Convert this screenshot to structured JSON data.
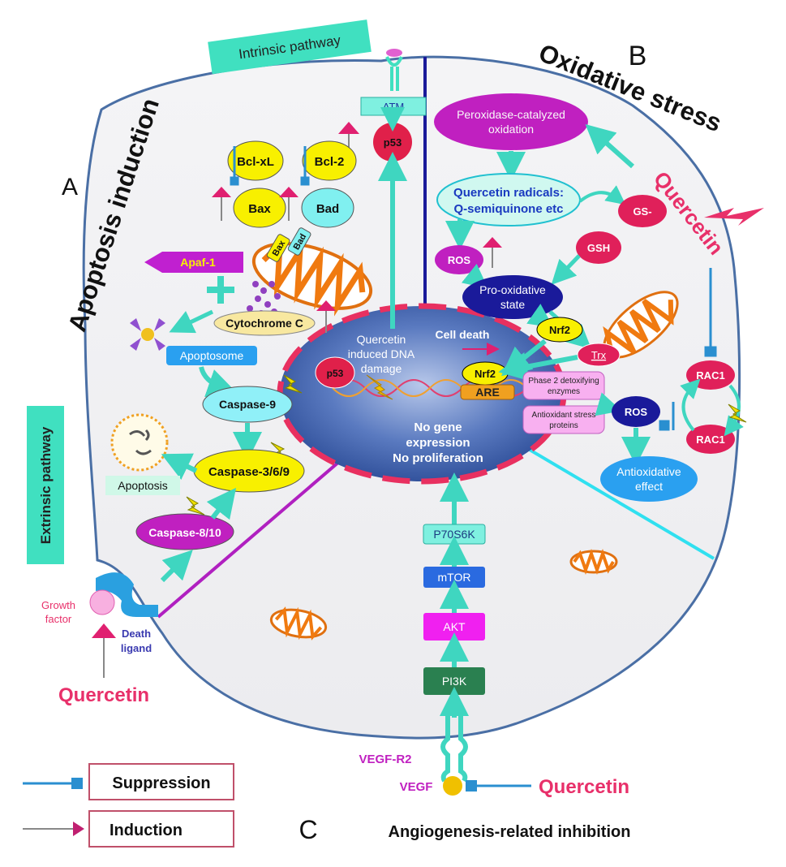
{
  "sections": {
    "a_letter": "A",
    "a_title": "Apoptosis induction",
    "b_letter": "B",
    "b_title": "Oxidative stress",
    "c_letter": "C",
    "c_title": "Angiogenesis-related inhibition",
    "intrinsic": "Intrinsic pathway",
    "extrinsic": "Extrinsic pathway"
  },
  "apoptosis": {
    "bcl_xl": "Bcl-xL",
    "bcl_2": "Bcl-2",
    "bax": "Bax",
    "bad": "Bad",
    "apaf1": "Apaf-1",
    "cytochrome_c": "Cytochrome C",
    "apoptosome": "Apoptosome",
    "caspase_9": "Caspase-9",
    "caspase_369": "Caspase-3/6/9",
    "caspase_810": "Caspase-8/10",
    "apoptosis_label": "Apoptosis",
    "growth_factor_1": "Growth",
    "growth_factor_2": "factor",
    "death_ligand_1": "Death",
    "death_ligand_2": "ligand",
    "quercetin": "Quercetin"
  },
  "nucleus": {
    "atm": "ATM",
    "p53": "p53",
    "dna_damage_1": "Quercetin",
    "dna_damage_2": "induced DNA",
    "dna_damage_3": "damage",
    "cell_death": "Cell death",
    "nrf2": "Nrf2",
    "are": "ARE",
    "no_gene_1": "No gene",
    "no_gene_2": "expression",
    "no_gene_3": "No proliferation"
  },
  "oxidative": {
    "peroxidase_1": "Peroxidase-catalyzed",
    "peroxidase_2": "oxidation",
    "radicals_1": "Quercetin radicals:",
    "radicals_2": "Q-semiquinone etc",
    "gs": "GS-",
    "gsh": "GSH",
    "ros": "ROS",
    "pro_oxidative_1": "Pro-oxidative",
    "pro_oxidative_2": "state",
    "nrf2": "Nrf2",
    "trx": "Trx",
    "phase2_1": "Phase 2 detoxifying",
    "phase2_2": "enzymes",
    "antioxidant_1": "Antioxidant stress",
    "antioxidant_2": "proteins",
    "ros2": "ROS",
    "antioxidative_1": "Antioxidative",
    "antioxidative_2": "effect",
    "rac1_a": "RAC1",
    "rac1_b": "RAC1",
    "quercetin": "Quercetin"
  },
  "angiogenesis": {
    "p70s6k": "P70S6K",
    "mtor": "mTOR",
    "akt": "AKT",
    "pi3k": "PI3K",
    "vegf_r2": "VEGF-R2",
    "vegf": "VEGF",
    "quercetin": "Quercetin"
  },
  "legend": {
    "suppression": "Suppression",
    "induction": "Induction"
  },
  "colors": {
    "cell_fill": "#f1f1f3",
    "cell_stroke": "#4a6fa5",
    "teal": "#40e0c0",
    "teal_arrow": "#3fd6c0",
    "quercetin_red": "#e8306a",
    "magenta": "#c020c0",
    "nucleus_blue": "#3a5fa8",
    "nucleus_dash": "#e83060",
    "navy": "#1a1a9a",
    "cyan_line": "#30e0f0",
    "purple_line": "#b020c0",
    "suppress_blue": "#2a8fd0",
    "induce_red": "#e02070"
  }
}
